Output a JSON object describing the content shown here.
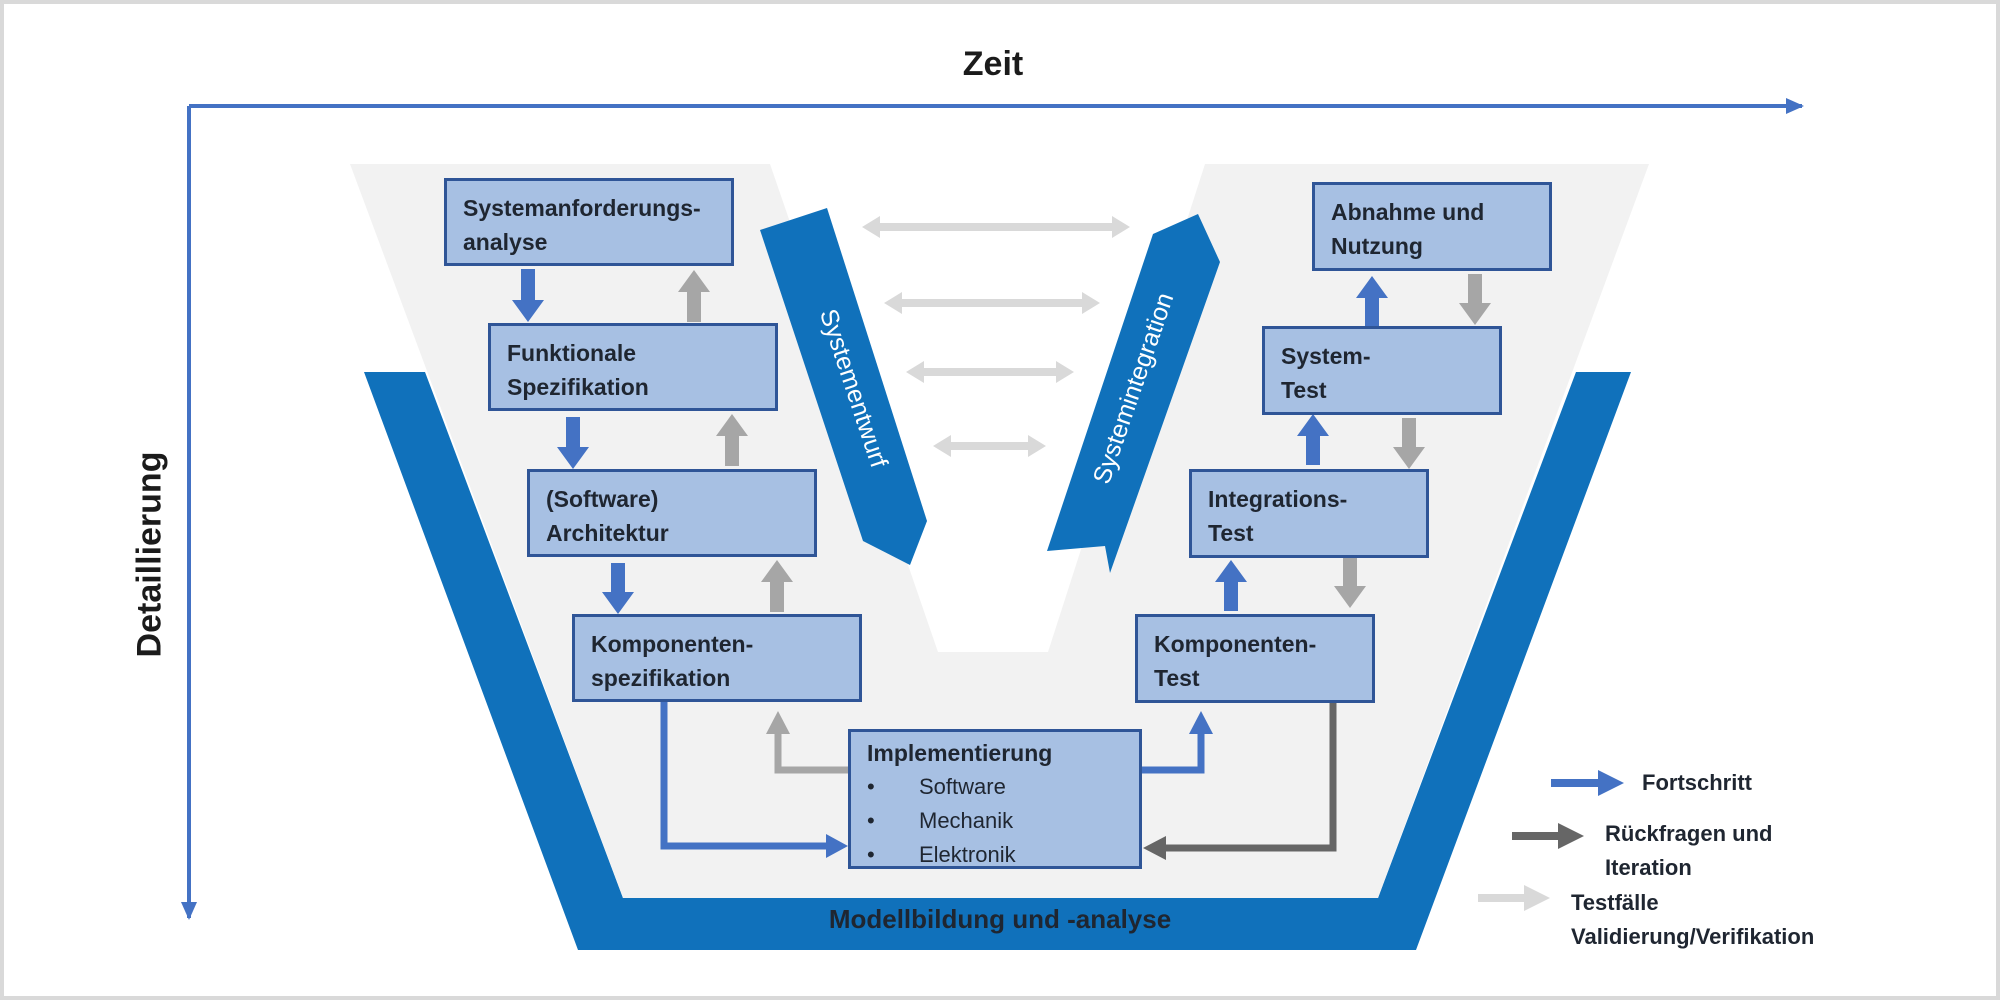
{
  "axes": {
    "x_label": "Zeit",
    "y_label": "Detaillierung"
  },
  "left_branch": {
    "ribbon_label": "Systementwurf",
    "boxes": [
      {
        "lines": [
          "Systemanforderungs-",
          "analyse"
        ]
      },
      {
        "lines": [
          "Funktionale",
          "Spezifikation"
        ]
      },
      {
        "lines": [
          "(Software)",
          "Architektur"
        ]
      },
      {
        "lines": [
          "Komponenten-",
          "spezifikation"
        ]
      }
    ]
  },
  "right_branch": {
    "ribbon_label": "Systemintegration",
    "boxes": [
      {
        "lines": [
          "Abnahme und",
          "Nutzung"
        ]
      },
      {
        "lines": [
          "System-",
          "Test"
        ]
      },
      {
        "lines": [
          "Integrations-",
          "Test"
        ]
      },
      {
        "lines": [
          "Komponenten-",
          "Test"
        ]
      }
    ]
  },
  "implementation": {
    "title": "Implementierung",
    "items": [
      "Software",
      "Mechanik",
      "Elektronik"
    ]
  },
  "base_label": "Modellbildung und -analyse",
  "legend": {
    "progress": "Fortschritt",
    "feedback": [
      "Rückfragen und",
      "Iteration"
    ],
    "testcases": [
      "Testfälle",
      "Validierung/Verifikation"
    ]
  },
  "colors": {
    "progress_arrow": "#4472c4",
    "feedback_arrow": "#a6a6a6",
    "feedback_legend": "#666666",
    "testcase_arrow": "#d9d9d9",
    "model_band": "#1071bb",
    "box_fill": "#a7c0e3",
    "box_border": "#2f5597"
  }
}
